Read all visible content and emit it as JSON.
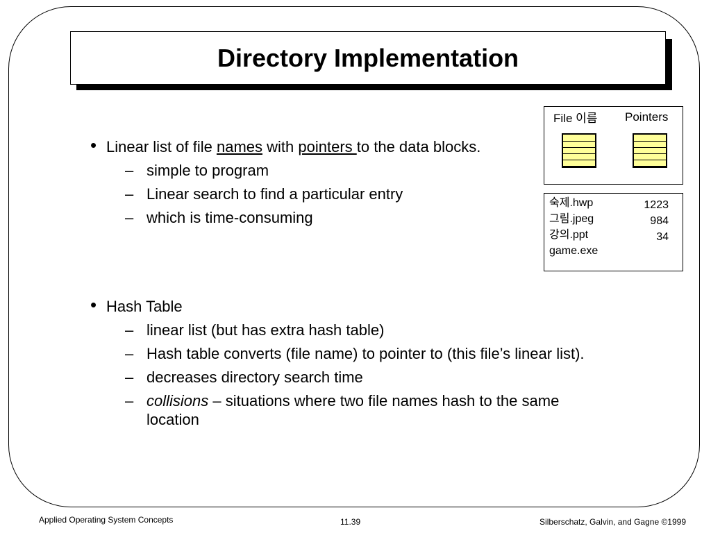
{
  "slide": {
    "title": "Directory Implementation",
    "bullets": [
      {
        "parts": [
          {
            "text": "Linear list of file ",
            "style": "normal"
          },
          {
            "text": "names",
            "style": "underline"
          },
          {
            "text": " with ",
            "style": "normal"
          },
          {
            "text": "pointers ",
            "style": "underline"
          },
          {
            "text": "to the data blocks.",
            "style": "normal"
          }
        ],
        "subitems": [
          "simple to program",
          "Linear search to find a particular entry",
          "which is time-consuming"
        ]
      },
      {
        "text": "Hash Table",
        "subitems": [
          "linear list (but has extra  hash table)",
          "Hash table converts (file name) to pointer to (this file’s linear list).",
          "decreases directory search time"
        ],
        "last_subitem": {
          "italic": "collisions",
          "rest_line1": " – situations where two file names hash to the same",
          "rest_line2": "location"
        }
      }
    ]
  },
  "diagram": {
    "name_header": "File 이름",
    "pointer_header": "Pointers",
    "block_color": "#ffff99",
    "file_names": [
      "숙제.hwp",
      "그림.jpeg",
      "강의.ppt",
      "game.exe"
    ],
    "pointers": [
      "1223",
      "984",
      "34"
    ]
  },
  "footer": {
    "left": "Applied Operating System Concepts",
    "center": "11.39",
    "right": "Silberschatz, Galvin, and Gagne ©1999"
  }
}
